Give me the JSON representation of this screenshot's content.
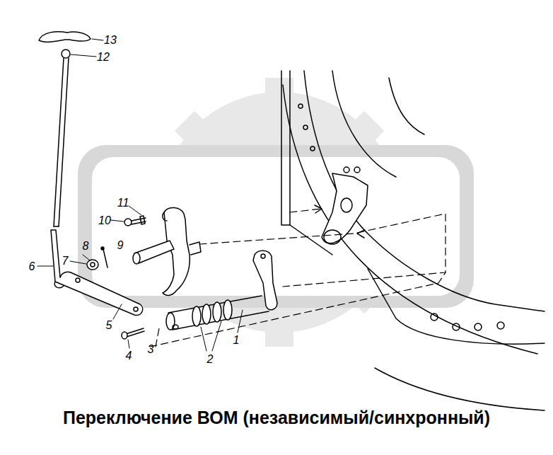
{
  "diagram": {
    "caption": "Переключение ВОМ (независимый/синхронный)",
    "labels": [
      "13",
      "12",
      "11",
      "10",
      "9",
      "8",
      "7",
      "6",
      "5",
      "4",
      "3",
      "2",
      "1"
    ]
  }
}
